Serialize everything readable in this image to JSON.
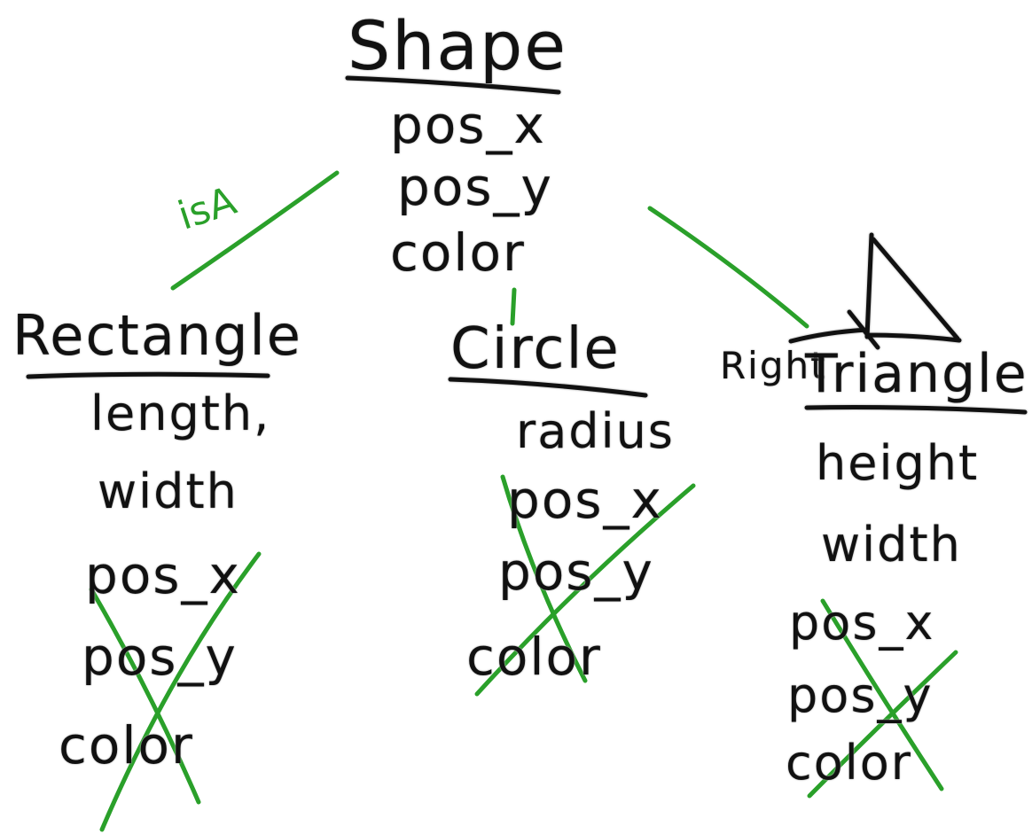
{
  "parent": {
    "title": "Shape",
    "attributes": [
      "pos_x",
      "pos_y",
      "color"
    ]
  },
  "relation_label": "isA",
  "children": [
    {
      "title": "Rectangle",
      "attributes": [
        "length,",
        "width"
      ],
      "inherited_crossed": [
        "pos_x",
        "pos_y",
        "color"
      ]
    },
    {
      "title": "Circle",
      "attributes": [
        "radius"
      ],
      "inherited_crossed": [
        "pos_x",
        "pos_y",
        "color"
      ]
    },
    {
      "title_prefix": "Right",
      "title": "Triangle",
      "attributes": [
        "height",
        "width"
      ],
      "inherited_crossed": [
        "pos_x",
        "pos_y",
        "color"
      ]
    }
  ],
  "colors": {
    "ink": "#111111",
    "link": "#2aa02a"
  }
}
